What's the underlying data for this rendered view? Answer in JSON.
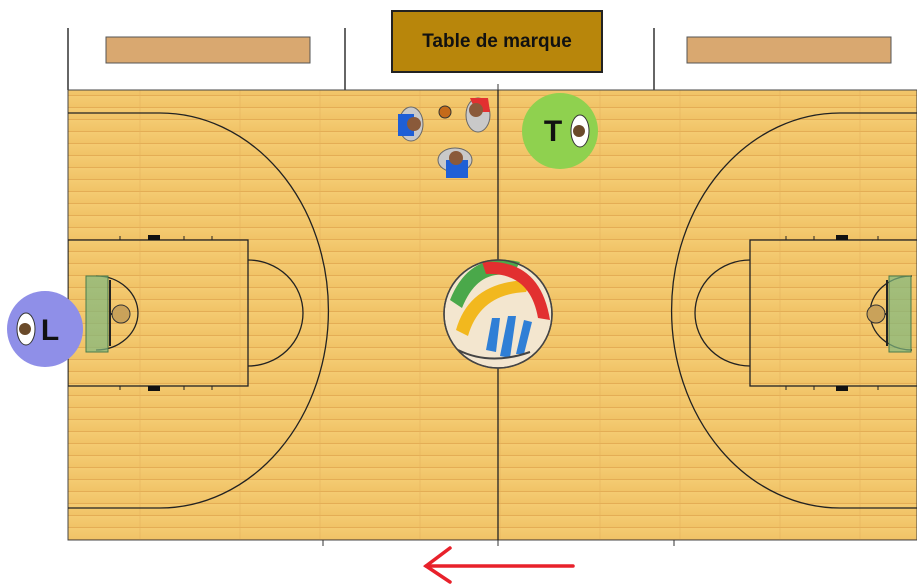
{
  "score_table": {
    "label": "Table de marque"
  },
  "officials": {
    "trail": {
      "letter": "T",
      "color": "#8fd14f"
    },
    "lead": {
      "letter": "L",
      "color": "#8f8fe8"
    }
  },
  "colors": {
    "floor_light": "#f6cf78",
    "floor_dark": "#e0a648",
    "bench": "#d9a870",
    "score_table": "#b8860b",
    "arrow": "#e8212b",
    "team_blue": "#1f5fd6",
    "team_red": "#e23030",
    "backboard": "#7fb87f"
  },
  "arrow": {
    "direction": "left"
  }
}
